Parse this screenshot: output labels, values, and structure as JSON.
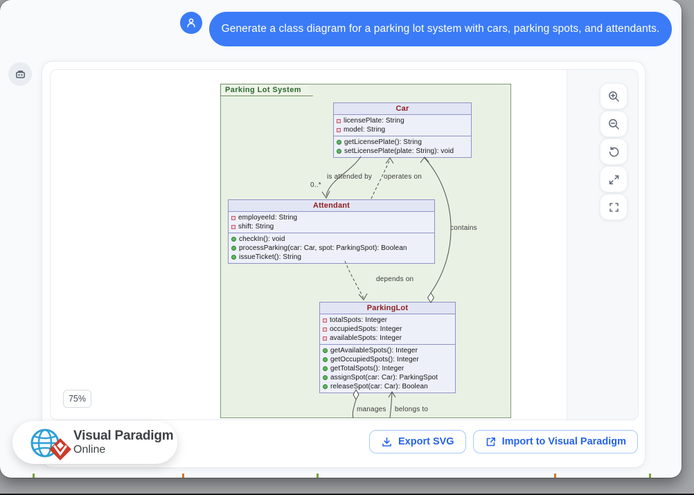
{
  "chat": {
    "user_message": "Generate a class diagram for a parking lot system with cars, parking spots, and attendants."
  },
  "canvas": {
    "zoom_level": "75%",
    "control_icons": [
      "zoom-in-icon",
      "zoom-out-icon",
      "reset-view-icon",
      "expand-icon",
      "fullscreen-icon"
    ]
  },
  "diagram": {
    "frame_title": "Parking Lot System",
    "classes": [
      {
        "name": "Car",
        "attributes": [
          "licensePlate: String",
          "model: String"
        ],
        "methods": [
          "getLicensePlate(): String",
          "setLicensePlate(plate: String): void"
        ]
      },
      {
        "name": "Attendant",
        "attributes": [
          "employeeId: String",
          "shift: String"
        ],
        "methods": [
          "checkIn(): void",
          "processParking(car: Car, spot: ParkingSpot): Boolean",
          "issueTicket(): String"
        ]
      },
      {
        "name": "ParkingLot",
        "attributes": [
          "totalSpots: Integer",
          "occupiedSpots: Integer",
          "availableSpots: Integer"
        ],
        "methods": [
          "getAvailableSpots(): Integer",
          "getOccupiedSpots(): Integer",
          "getTotalSpots(): Integer",
          "assignSpot(car: Car): ParkingSpot",
          "releaseSpot(car: Car): Boolean"
        ]
      }
    ],
    "edges": [
      {
        "label": "is attended by",
        "multiplicity": "0..*"
      },
      {
        "label": "operates on"
      },
      {
        "label": "contains"
      },
      {
        "label": "depends on"
      },
      {
        "label": "manages"
      },
      {
        "label": "belongs to"
      }
    ]
  },
  "actions": {
    "export_svg": "Export SVG",
    "import_vp": "Import to Visual Paradigm"
  },
  "brand": {
    "line1": "Visual Paradigm",
    "line2": "Online"
  },
  "colors": {
    "accent_blue": "#3b7bf7",
    "button_blue": "#2563eb",
    "frame_green_fill": "#e9f1e4",
    "frame_green_border": "#7f9a72",
    "class_fill": "#eef0f9",
    "class_header_fill": "#e2e5f4",
    "class_border": "#8e92c6",
    "class_title_red": "#8e1f1f",
    "attr_icon_red": "#c4566b",
    "method_icon_green": "#5cb85c"
  }
}
